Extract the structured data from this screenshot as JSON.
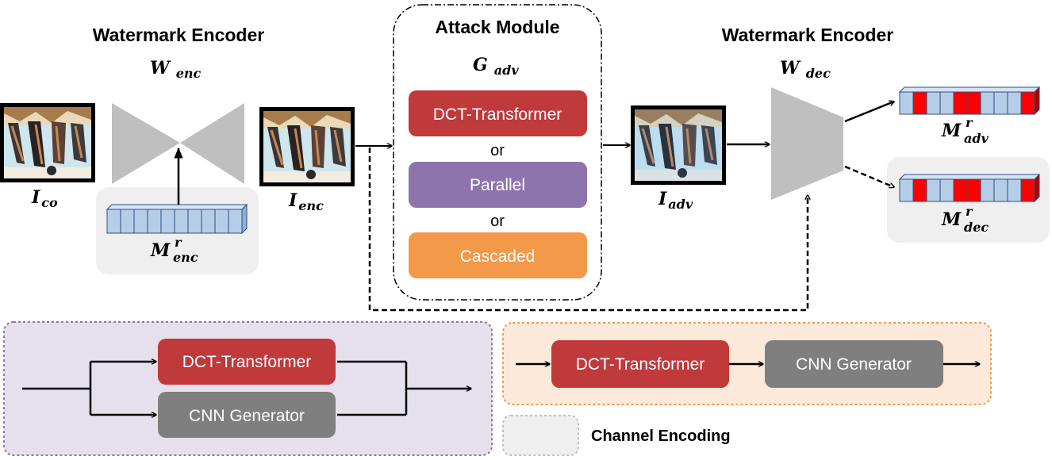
{
  "headings": {
    "encoder": "Watermark Encoder",
    "attack": "Attack Module",
    "decoder": "Watermark Encoder"
  },
  "math": {
    "w_enc": {
      "base": "W",
      "sub": "enc"
    },
    "g_adv": {
      "base": "G",
      "sub": "adv"
    },
    "w_dec": {
      "base": "W",
      "sub": "dec"
    },
    "i_co": {
      "base": "I",
      "sub": "co"
    },
    "i_enc": {
      "base": "I",
      "sub": "enc"
    },
    "i_adv": {
      "base": "I",
      "sub": "adv"
    },
    "m_enc": {
      "base": "M",
      "sup": "r",
      "sub": "enc"
    },
    "m_adv": {
      "base": "M",
      "sup": "r",
      "sub": "adv"
    },
    "m_dec": {
      "base": "M",
      "sup": "r",
      "sub": "dec"
    }
  },
  "attack_options": {
    "dct": "DCT-Transformer",
    "or_1": "or",
    "parallel": "Parallel",
    "or_2": "or",
    "cascaded": "Cascaded"
  },
  "parallel_detail": {
    "dct": "DCT-Transformer",
    "cnn": "CNN Generator"
  },
  "cascaded_detail": {
    "dct": "DCT-Transformer",
    "cnn": "CNN Generator"
  },
  "legend": {
    "channel_encoding": "Channel Encoding"
  },
  "bit_patterns": {
    "m_enc": [
      0,
      0,
      0,
      0,
      0,
      0,
      0,
      0,
      0,
      0
    ],
    "m_adv": [
      0,
      1,
      0,
      0,
      1,
      1,
      0,
      0,
      0,
      1
    ],
    "m_dec": [
      0,
      1,
      0,
      0,
      1,
      1,
      0,
      0,
      0,
      1
    ]
  },
  "colors": {
    "dct": "#c0393b",
    "parallel": "#8e74ad",
    "cascaded": "#f3994a",
    "cnn": "#7f7f7f",
    "bit_off": "#b6cde8",
    "bit_on": "#ff0000",
    "channel_box": "#efefef",
    "parallel_panel": "#e6e0ec",
    "cascaded_panel": "#fde9d9",
    "trapezoid": "#bfbfbf"
  }
}
